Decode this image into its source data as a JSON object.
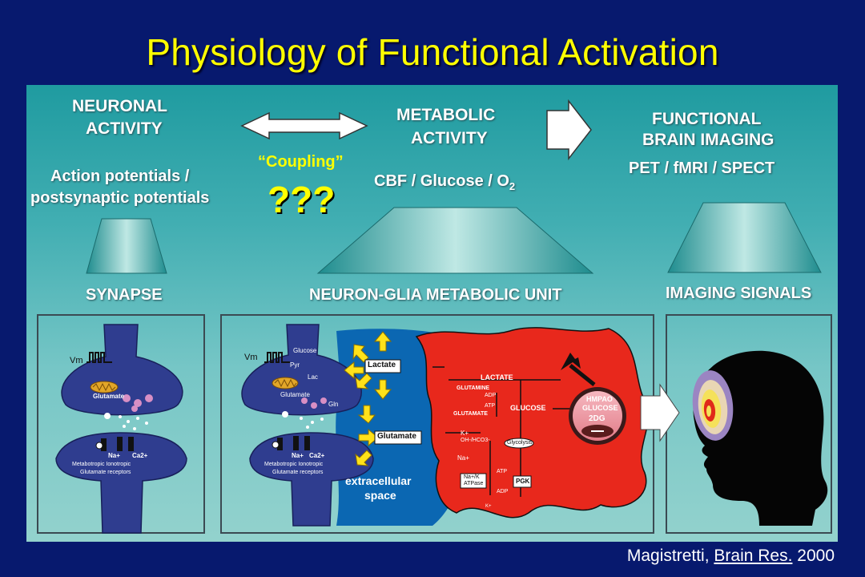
{
  "title": "Physiology of Functional Activation",
  "columns": {
    "neuronal": {
      "heading_line1": "NEURONAL",
      "heading_line2": "ACTIVITY",
      "sub_line1": "Action potentials /",
      "sub_line2": "postsynaptic potentials",
      "level": "SYNAPSE"
    },
    "metabolic": {
      "heading_line1": "METABOLIC",
      "heading_line2": "ACTIVITY",
      "sub_main": "CBF / Glucose / O",
      "sub_subscript": "2",
      "level": "NEURON-GLIA METABOLIC UNIT"
    },
    "imaging": {
      "heading_line1": "FUNCTIONAL",
      "heading_line2": "BRAIN IMAGING",
      "sub": "PET / fMRI / SPECT",
      "level": "IMAGING SIGNALS"
    }
  },
  "coupling": {
    "label": "“Coupling”",
    "question": "???"
  },
  "synapse_box": {
    "vm": "Vm",
    "glutamate": "Glutamate",
    "na": "Na+",
    "ca": "Ca2+",
    "receptors_line1": "Metabotropic Ionotropic",
    "receptors_line2": "Glutamate receptors"
  },
  "unit_box": {
    "vm": "Vm",
    "glucose": "Glucose",
    "pyr": "Pyr",
    "lac": "Lac",
    "glutamate_small": "Glutamate",
    "gln": "Gln",
    "na": "Na+",
    "ca": "Ca2+",
    "receptors_line1": "Metabotropic Ionotropic",
    "receptors_line2": "Glutamate receptors",
    "lactate_box": "Lactate",
    "glutamate_box": "Glutamate",
    "extracellular_line1": "extracellular",
    "extracellular_line2": "space",
    "astro_lactate": "LACTATE",
    "glutamine": "GLUTAMINE",
    "adp1": "ADP",
    "atp1": "ATP",
    "astro_glutamate": "GLUTAMATE",
    "astro_glucose": "GLUCOSE",
    "k_plus": "K+",
    "oh_hco3": "OH-/HCO3-",
    "na_plus": "Na+",
    "glycolysis": "Glycolysis",
    "na_k_atpase_line1": "Na+/K",
    "na_k_atpase_line2": "ATPase",
    "atp2": "ATP",
    "adp2": "ADP",
    "pgk": "PGK",
    "k_plus2": "K+",
    "vessel_line1": "HMPAO",
    "vessel_line2": "GLUCOSE",
    "vessel_line3": "2DG"
  },
  "citation": {
    "author": "Magistretti,",
    "journal": "Brain Res.",
    "year": "2000"
  },
  "colors": {
    "background": "#07196e",
    "title": "#ffff00",
    "neuron": "#2f3d8f",
    "astrocyte": "#e8281c",
    "extracellular": "#0b67b2",
    "highlight": "#ffff00"
  }
}
